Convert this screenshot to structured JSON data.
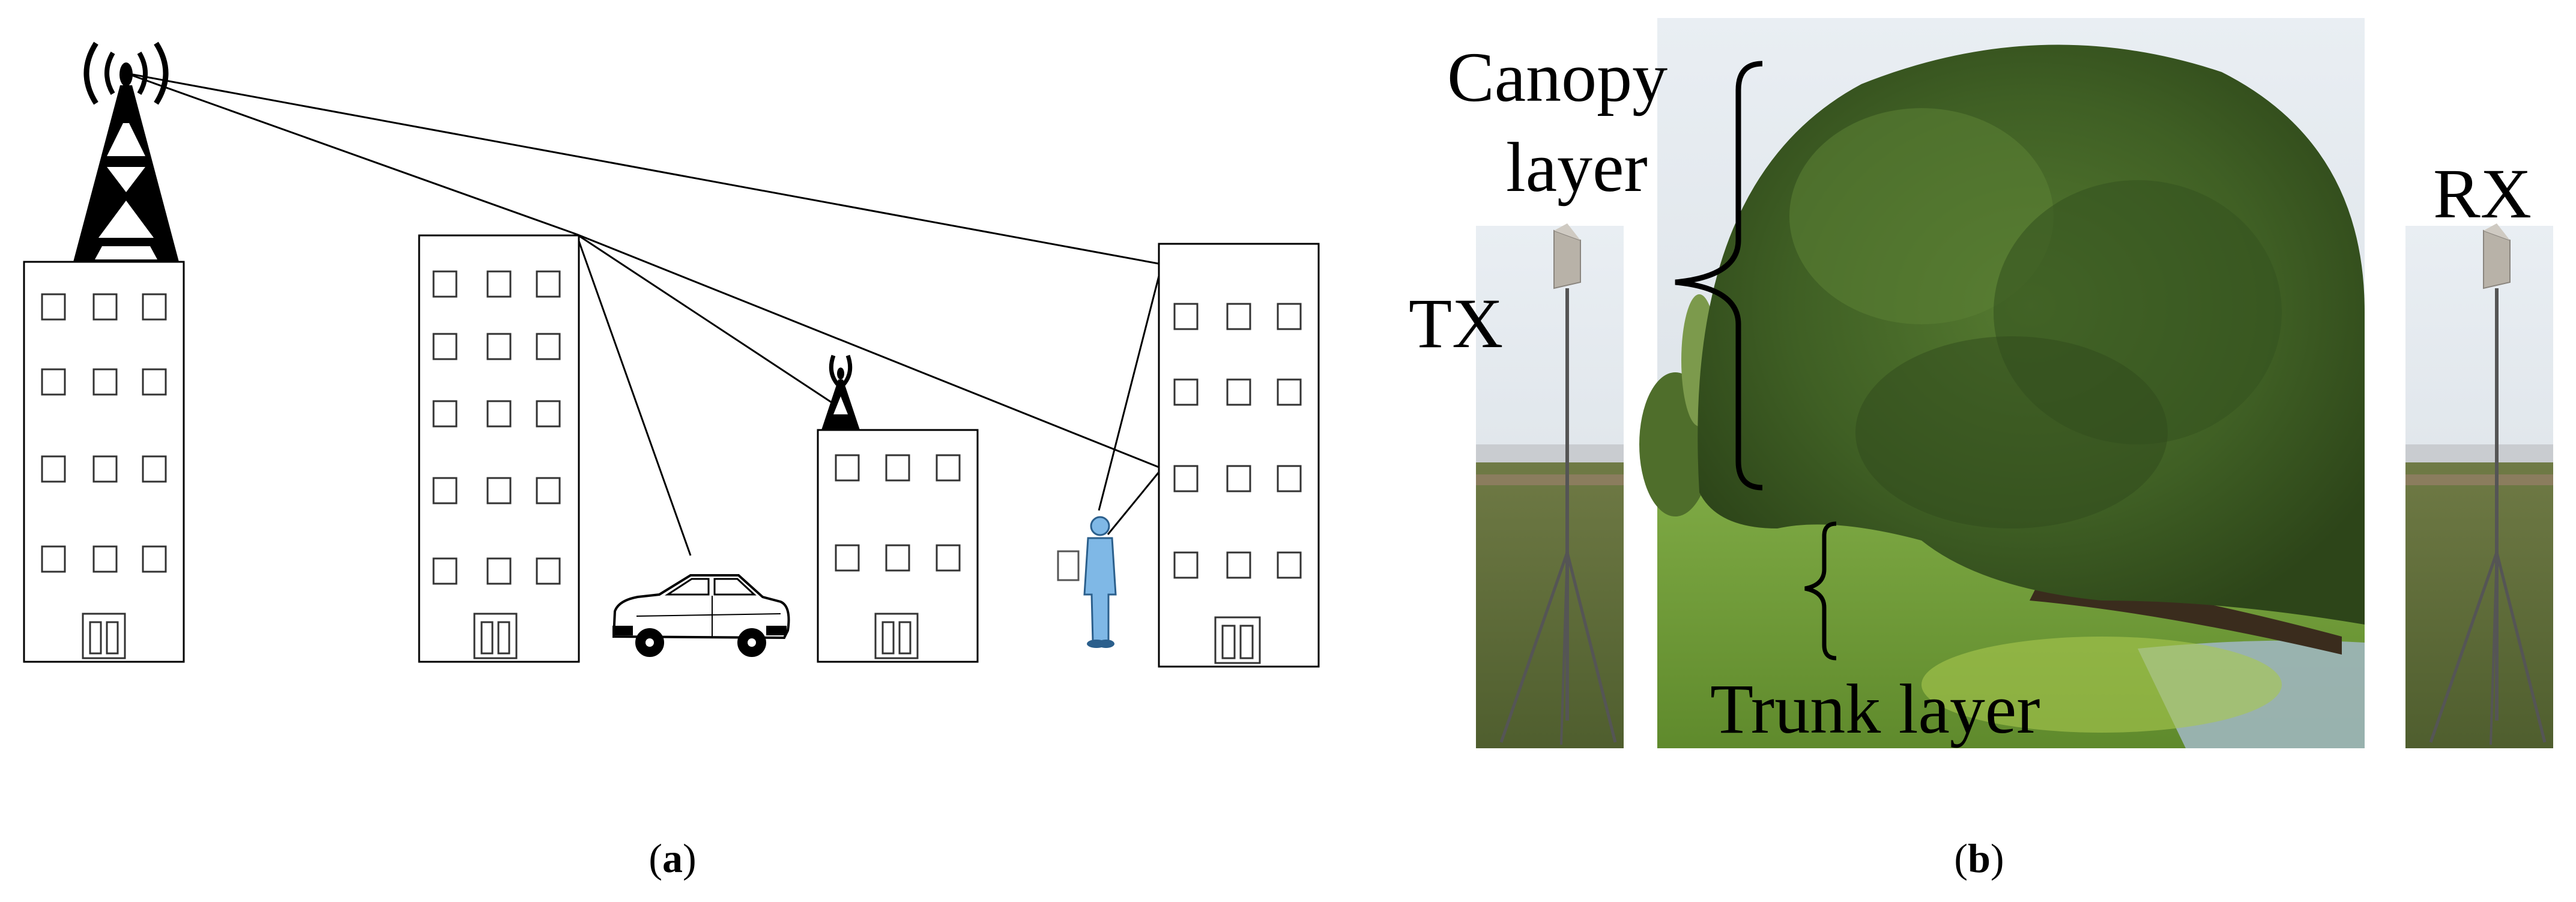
{
  "panel_a": {
    "caption": "(a)",
    "caption_letter": "a"
  },
  "panel_b": {
    "caption": "(b)",
    "caption_letter": "b",
    "labels": {
      "canopy_line1": "Canopy",
      "canopy_line2": "layer",
      "tx": "TX",
      "rx": "RX",
      "trunk": "Trunk layer"
    }
  },
  "colors": {
    "line": "#000000",
    "window": "#333333",
    "person": "#7fb8e6",
    "foliage_dark": "#2f4a1c",
    "foliage_mid": "#4a6b2a",
    "grass": "#7aa23a",
    "sky": "#dfe7ee"
  }
}
